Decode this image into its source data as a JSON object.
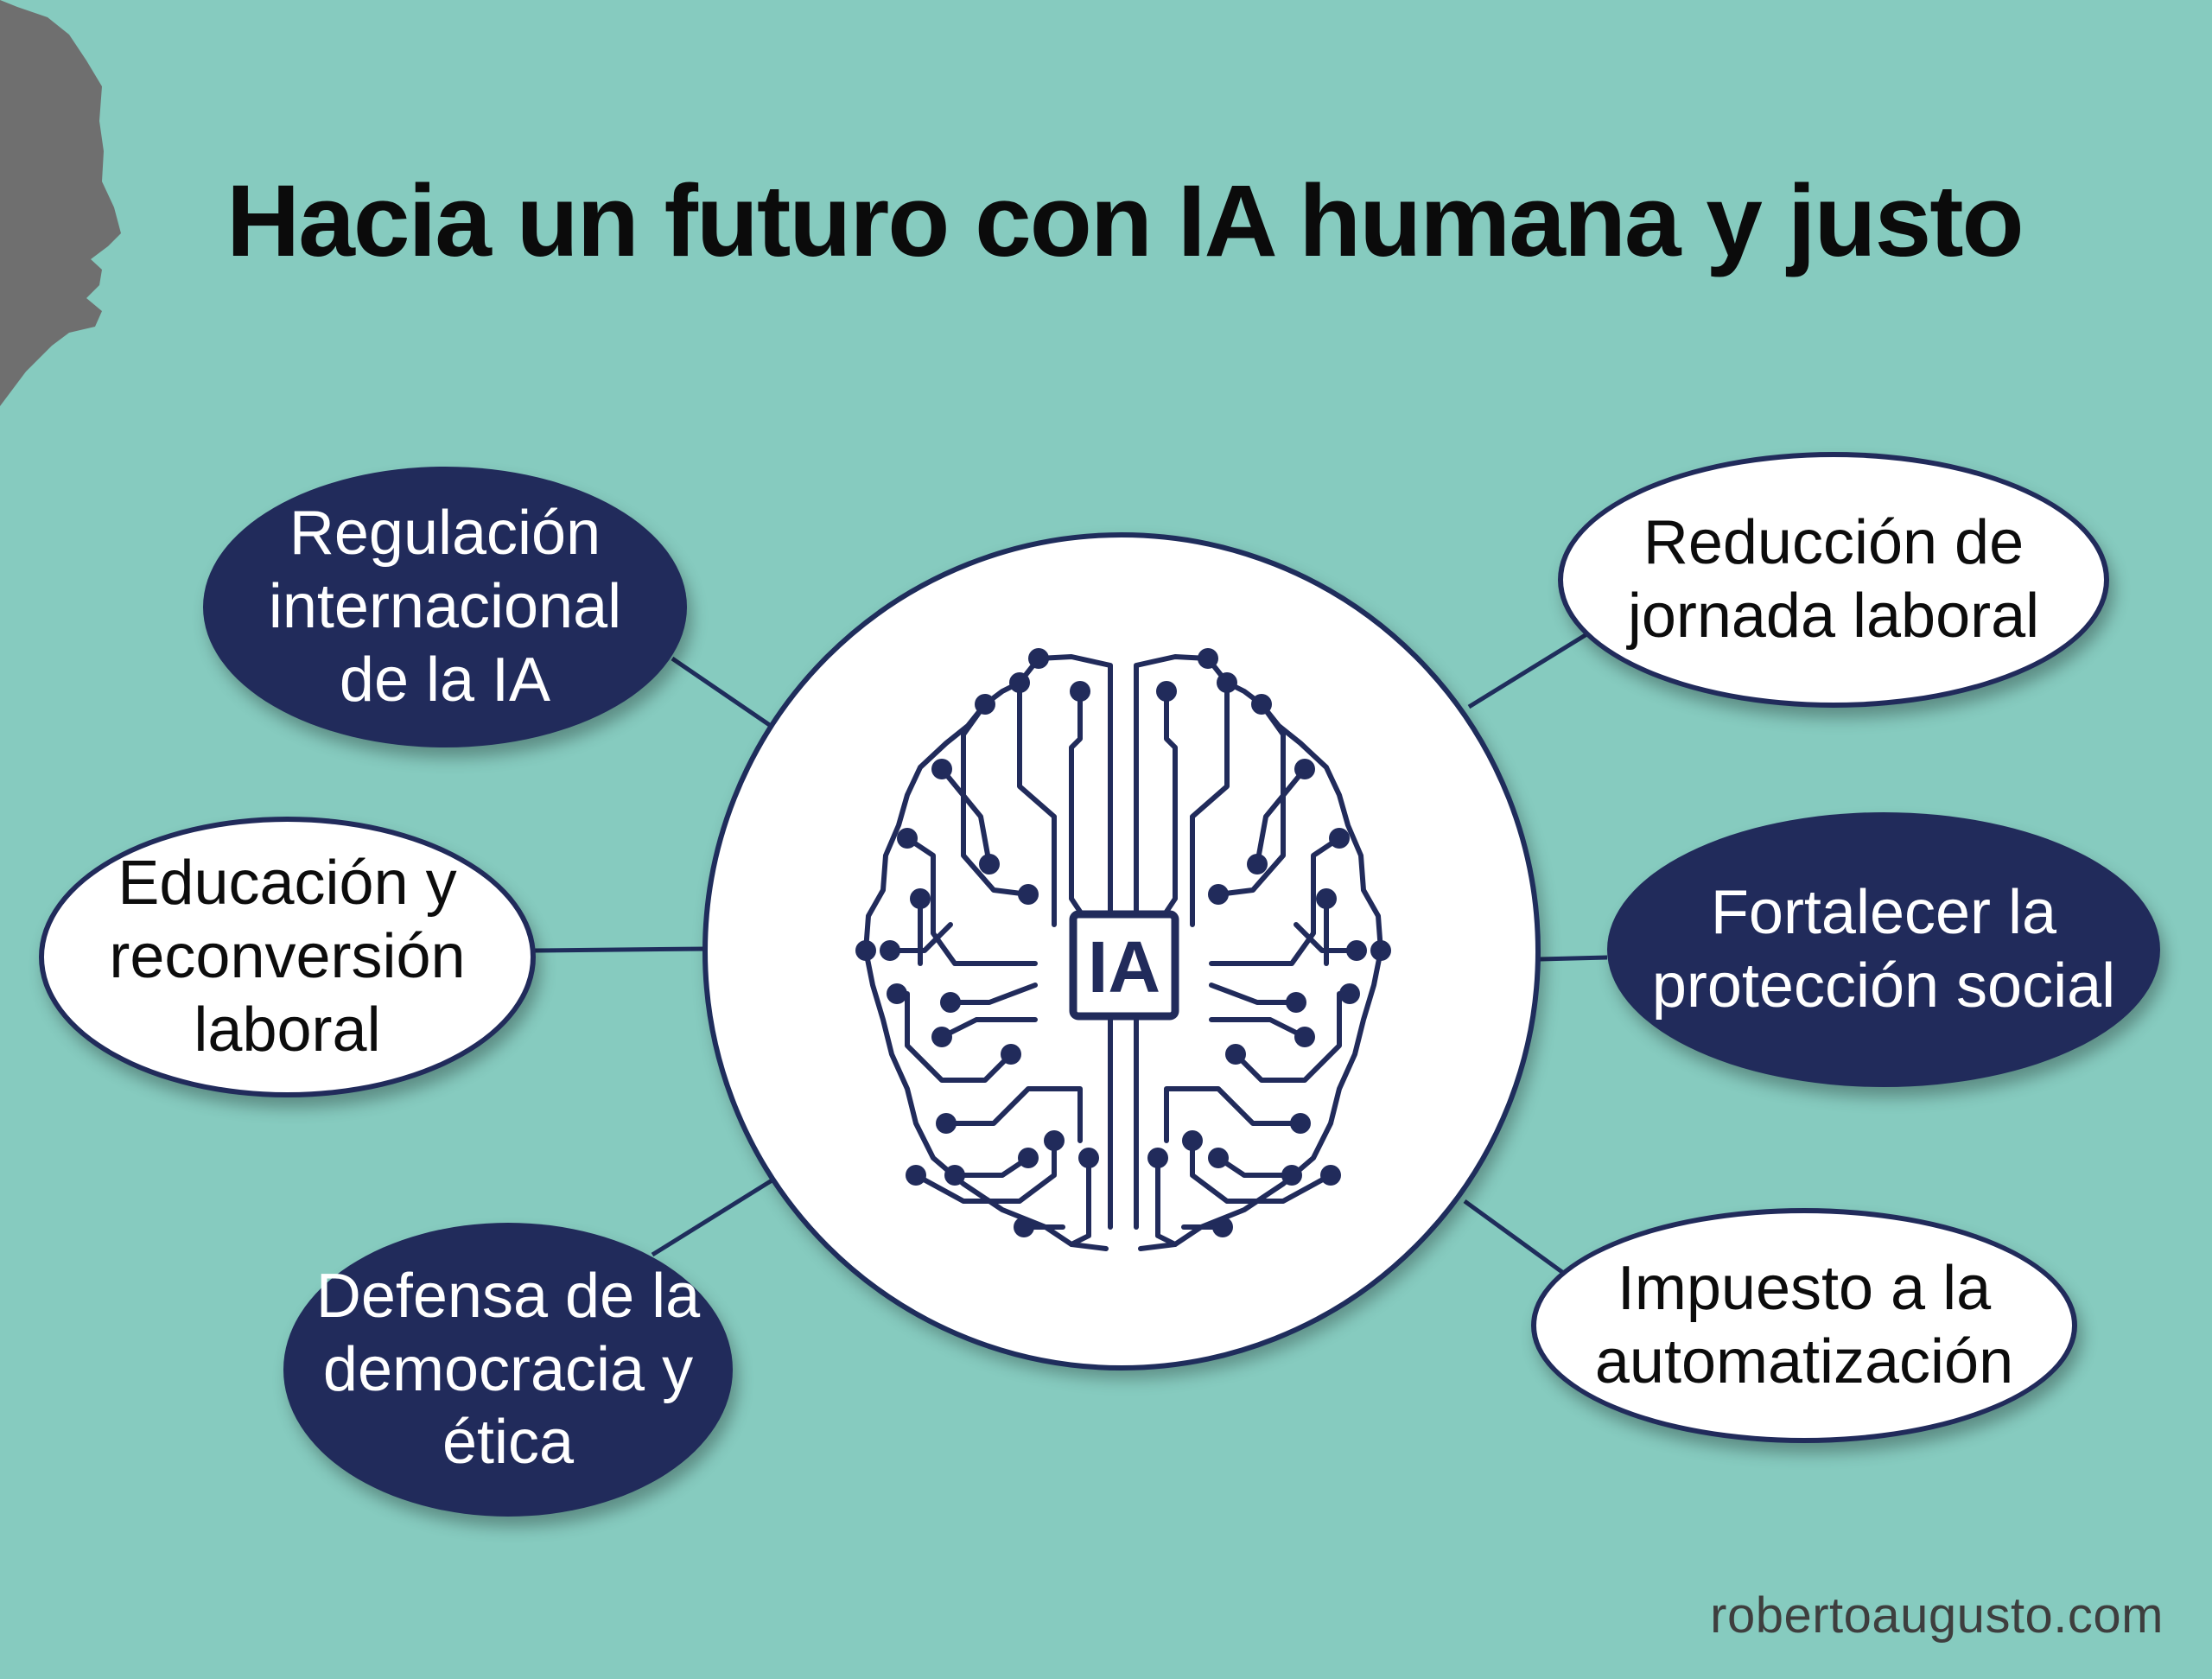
{
  "title": "Hacia un futuro con IA humana y justo",
  "center": {
    "label": "IA",
    "icon": "circuit-brain-icon"
  },
  "topics": {
    "regulacion": "Regulación\ninternacional\nde la IA",
    "educacion": "Educación y\nreconversión\nlaboral",
    "defensa": "Defensa de la\ndemocracia y\nética",
    "reduccion": "Reducción de\njornada laboral",
    "proteccion": "Fortalecer la\nprotección social",
    "impuesto": "Impuesto a la\nautomatización"
  },
  "watermark": "robertoaugusto.com",
  "colors": {
    "background": "#86cbbf",
    "navy": "#212b5b",
    "white": "#ffffff",
    "profile": "#6d6d6d"
  }
}
